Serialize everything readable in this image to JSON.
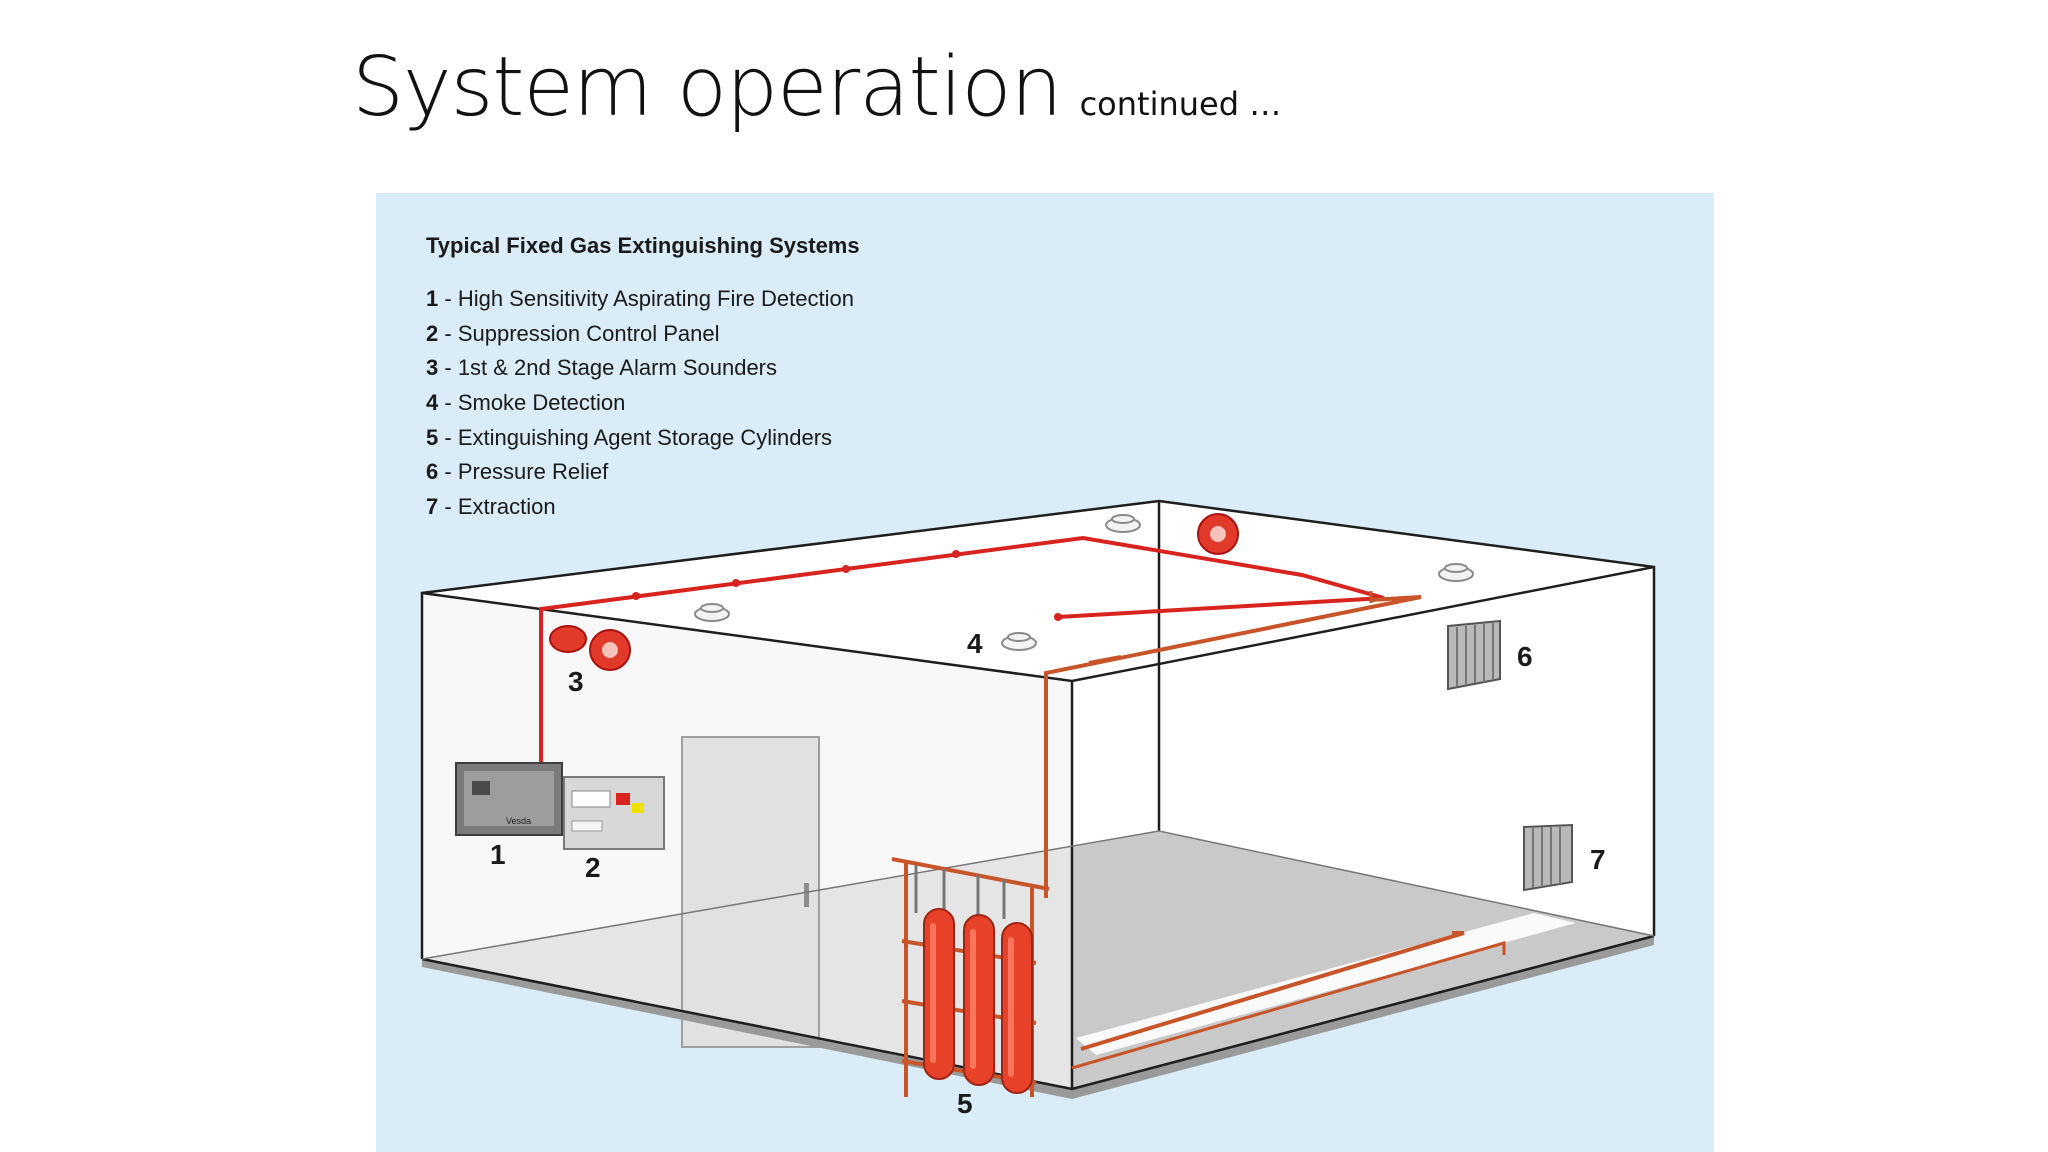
{
  "slide": {
    "title": "System operation",
    "subtitle": "continued …"
  },
  "diagram": {
    "heading": "Typical Fixed Gas Extinguishing Systems",
    "separator": " - ",
    "legend": [
      {
        "num": "1",
        "label": "High Sensitivity Aspirating Fire Detection"
      },
      {
        "num": "2",
        "label": "Suppression Control Panel"
      },
      {
        "num": "3",
        "label": "1st & 2nd Stage Alarm Sounders"
      },
      {
        "num": "4",
        "label": "Smoke Detection"
      },
      {
        "num": "5",
        "label": "Extinguishing Agent Storage Cylinders"
      },
      {
        "num": "6",
        "label": "Pressure Relief"
      },
      {
        "num": "7",
        "label": "Extraction"
      }
    ],
    "callouts": {
      "c1": "1",
      "c2": "2",
      "c3": "3",
      "c4": "4",
      "c5": "5",
      "c6": "6",
      "c7": "7"
    },
    "panel_badge": "Vesda",
    "colors": {
      "background": "#d9ecf8",
      "pipe_red": "#d9231f",
      "pipe_orange": "#c8552a",
      "cylinder": "#e8412a",
      "floor": "#c9c9c9"
    }
  }
}
